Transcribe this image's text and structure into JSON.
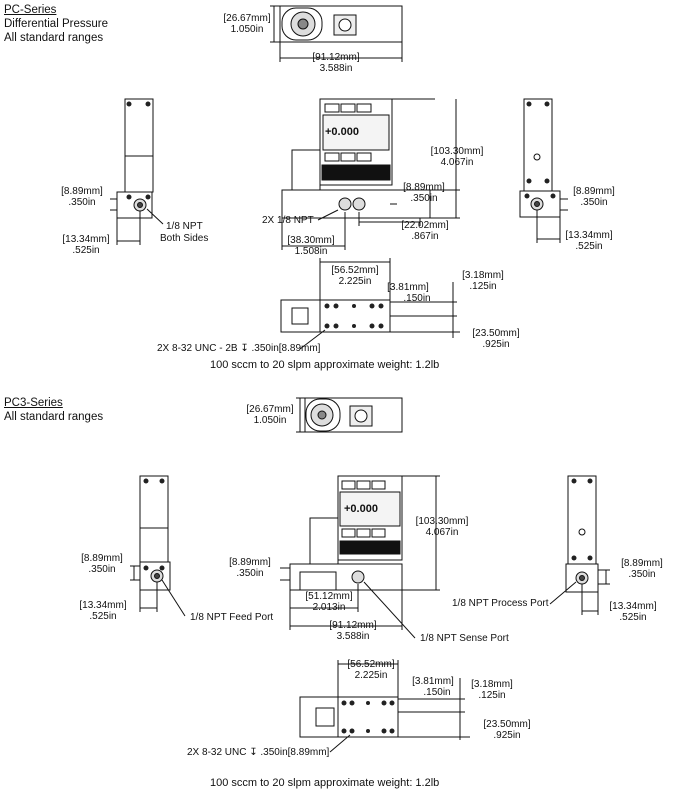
{
  "pc": {
    "series": "PC-Series",
    "subtitle1": "Differential Pressure",
    "subtitle2": "All standard ranges",
    "top": {
      "w_mm": "[26.67mm]",
      "w_in": "1.050in",
      "l_mm": "[91.12mm]",
      "l_in": "3.588in"
    },
    "left": {
      "d1_mm": "[8.89mm]",
      "d1_in": ".350in",
      "d2_mm": "[13.34mm]",
      "d2_in": ".525in",
      "npt1": "1/8 NPT",
      "npt2": "Both Sides"
    },
    "front": {
      "h_mm": "[103.30mm]",
      "h_in": "4.067in",
      "p_mm": "[8.89mm]",
      "p_in": ".350in",
      "npt": "2X 1/8 NPT",
      "o_mm": "[38.30mm]",
      "o_in": "1.508in",
      "s_mm": "[22.02mm]",
      "s_in": ".867in",
      "display": "+0.000"
    },
    "right": {
      "d1_mm": "[8.89mm]",
      "d1_in": ".350in",
      "d2_mm": "[13.34mm]",
      "d2_in": ".525in"
    },
    "bottom": {
      "a_mm": "[56.52mm]",
      "a_in": "2.225in",
      "b_mm": "[3.81mm]",
      "b_in": ".150in",
      "c_mm": "[3.18mm]",
      "c_in": ".125in",
      "d_mm": "[23.50mm]",
      "d_in": ".925in",
      "thread": "2X 8-32 UNC - 2B ↧ .350in[8.89mm]"
    },
    "weight": "100 sccm to 20 slpm approximate weight: 1.2lb"
  },
  "pc3": {
    "series": "PC3-Series",
    "subtitle": "All standard ranges",
    "top": {
      "w_mm": "[26.67mm]",
      "w_in": "1.050in"
    },
    "left": {
      "d1_mm": "[8.89mm]",
      "d1_in": ".350in",
      "d2_mm": "[13.34mm]",
      "d2_in": ".525in",
      "feed": "1/8 NPT Feed Port"
    },
    "front": {
      "h_mm": "[103.30mm]",
      "h_in": "4.067in",
      "p_mm": "[8.89mm]",
      "p_in": ".350in",
      "a_mm": "[51.12mm]",
      "a_in": "2.013in",
      "l_mm": "[91.12mm]",
      "l_in": "3.588in",
      "sense": "1/8 NPT Sense Port",
      "display": "+0.000"
    },
    "right": {
      "process": "1/8 NPT Process Port",
      "d1_mm": "[8.89mm]",
      "d1_in": ".350in",
      "d2_mm": "[13.34mm]",
      "d2_in": ".525in"
    },
    "bottom": {
      "a_mm": "[56.52mm]",
      "a_in": "2.225in",
      "b_mm": "[3.81mm]",
      "b_in": ".150in",
      "c_mm": "[3.18mm]",
      "c_in": ".125in",
      "d_mm": "[23.50mm]",
      "d_in": ".925in",
      "thread": "2X 8-32 UNC ↧ .350in[8.89mm]"
    },
    "weight": "100 sccm to 20 slpm approximate weight: 1.2lb"
  }
}
